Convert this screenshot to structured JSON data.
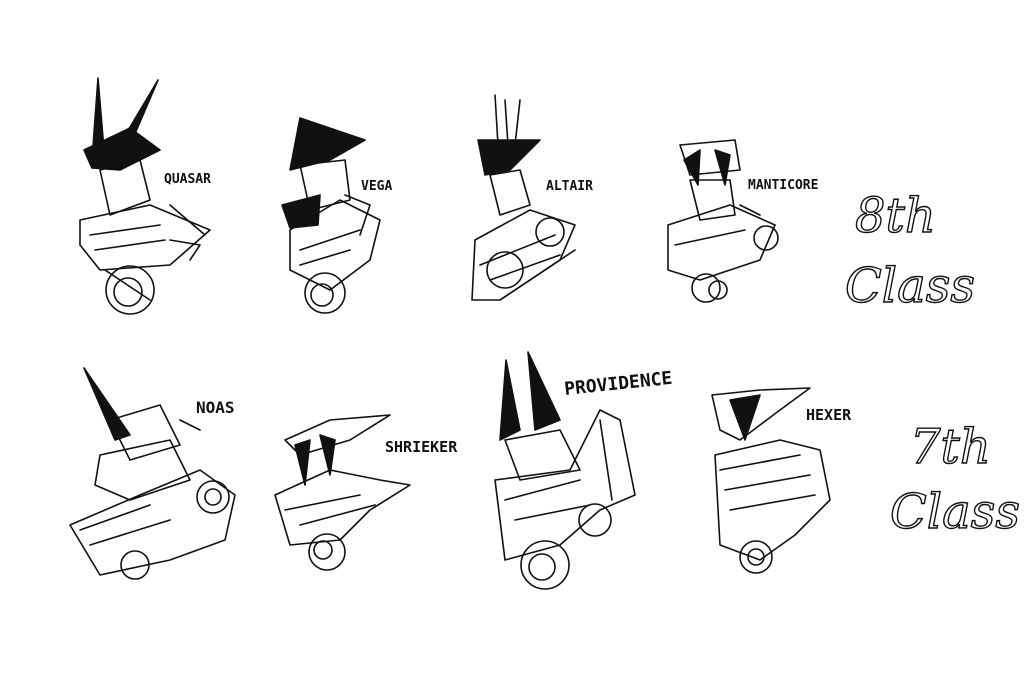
{
  "row1": {
    "class_label_a": "8th",
    "class_label_b": "Class",
    "names": [
      "QUASAR",
      "VEGA",
      "ALTAIR",
      "MANTICORE"
    ]
  },
  "row2": {
    "class_label_a": "7th",
    "class_label_b": "Class",
    "names": [
      "NOAS",
      "SHRIEKER",
      "PROVIDENCE",
      "HEXER"
    ]
  },
  "ink_color": "#111111",
  "paper_color": "#ffffff"
}
